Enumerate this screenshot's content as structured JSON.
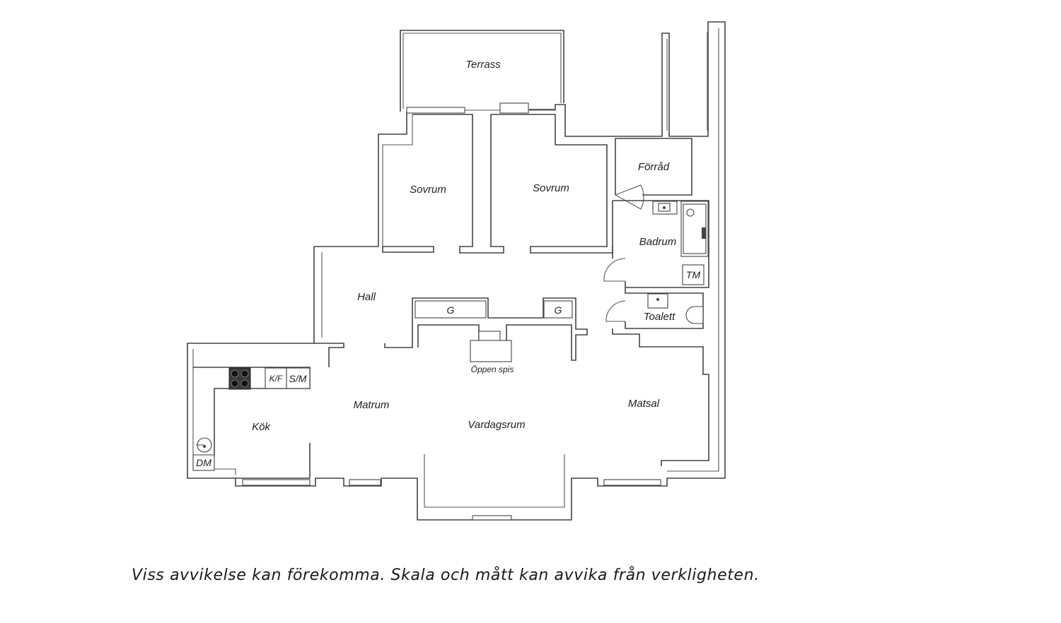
{
  "rooms": {
    "terrace": "Terrass",
    "bedroom_1": "Sovrum",
    "bedroom_2": "Sovrum",
    "storage": "Förråd",
    "bathroom": "Badrum",
    "hall": "Hall",
    "toilet": "Toalett",
    "kitchen": "Kök",
    "dining_nook": "Matrum",
    "living_room": "Vardagsrum",
    "dining_room": "Matsal"
  },
  "fixtures": {
    "wardrobe_1": "G",
    "wardrobe_2": "G",
    "washing_machine": "TM",
    "fridge_freezer": "K/F",
    "dishwasher_slot": "S/M",
    "dishwasher": "DM",
    "fireplace": "Öppen spis"
  },
  "disclaimer": "Viss avvikelse kan förekomma. Skala och mått kan avvika från verkligheten."
}
